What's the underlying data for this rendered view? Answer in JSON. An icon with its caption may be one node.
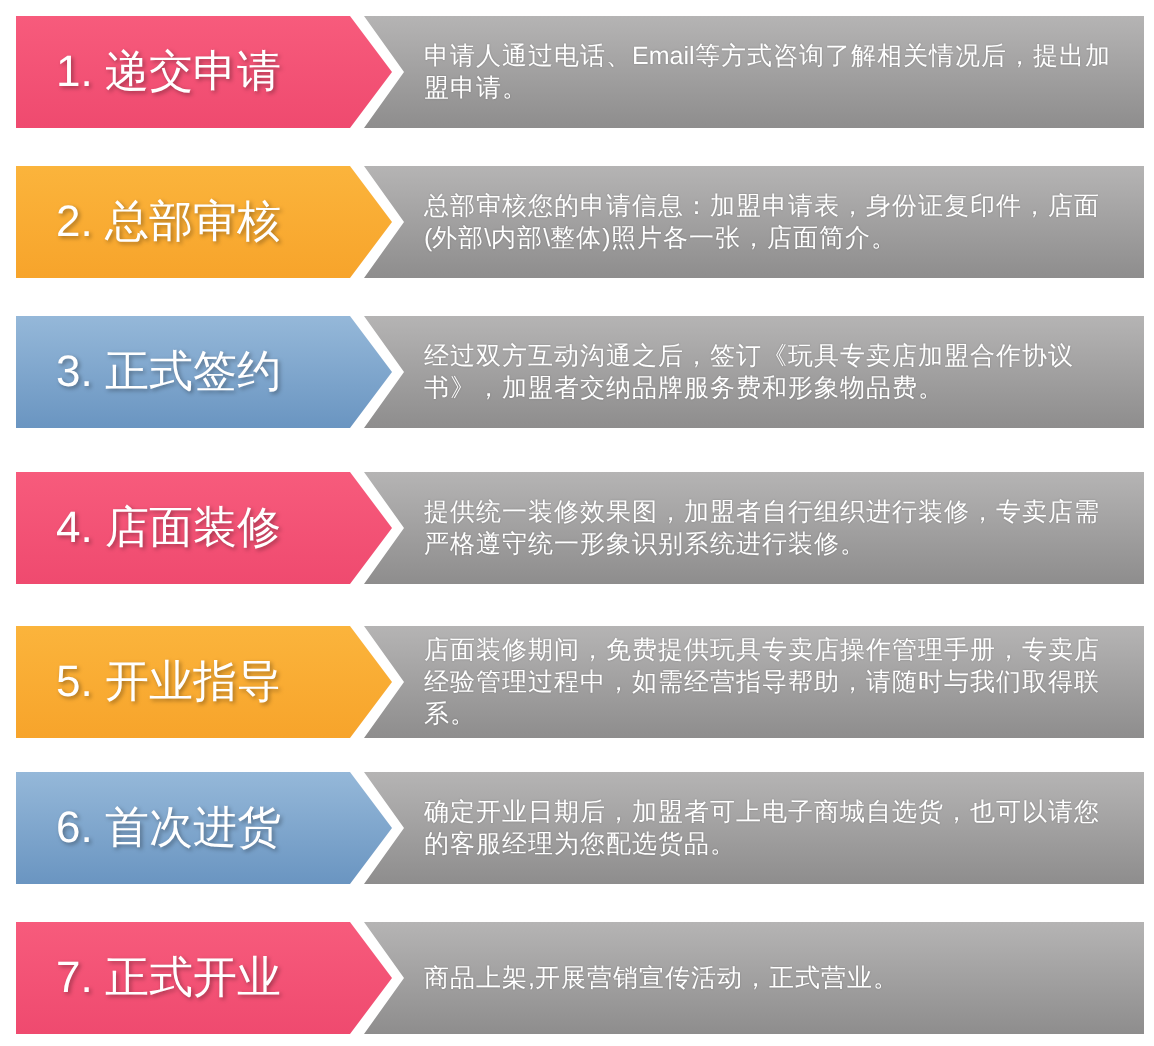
{
  "diagram": {
    "nodes": [
      {
        "text": [
          "1. 递交申请"
        ]
      },
      {
        "text": [
          "申请人通过电话、Email等方式咨询了解相关情况后，提出加盟申请。"
        ]
      },
      {
        "text": [
          "2. 总部审核"
        ]
      },
      {
        "text": [
          "总部审核您的申请信息：加盟申请表，身份证复印件，店面(外部\\内部\\整体)照片各一张，店面简介。"
        ]
      },
      {
        "text": [
          "3. 正式签约"
        ]
      },
      {
        "text": [
          "经过双方互动沟通之后，签订《玩具专卖店加盟合作协议书》，加盟者交纳品牌服务费和形象物品费。"
        ]
      },
      {
        "text": [
          "4. 店面装修"
        ]
      },
      {
        "text": [
          "提供统一装修效果图，加盟者自行组织进行装修，专卖店需严格遵守统一形象识别系统进行装修。"
        ]
      },
      {
        "text": [
          "5. 开业指导"
        ]
      },
      {
        "text": [
          "店面装修期间，免费提供玩具专卖店操作管理手册，专卖店经验管理过程中，如需经营指导帮助，请随时与我们取得联系。"
        ]
      },
      {
        "text": [
          "6. 首次进货"
        ]
      },
      {
        "text": [
          "确定开业日期后，加盟者可上电子商城自选货，也可以请您的客服经理为您配选货品。"
        ]
      },
      {
        "text": [
          "7. 正式开业"
        ]
      },
      {
        "text": [
          "商品上架,开展营销宣传活动，正式营业。"
        ]
      }
    ]
  }
}
